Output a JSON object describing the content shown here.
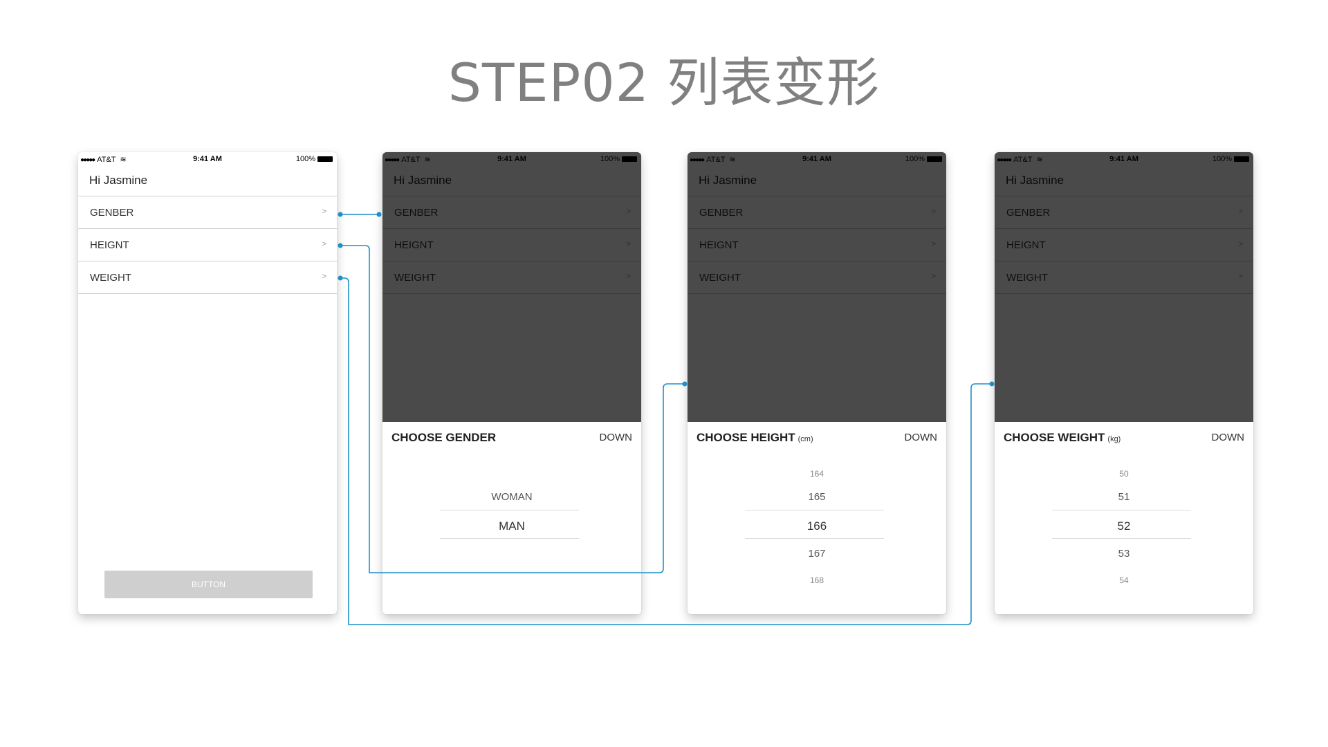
{
  "page_title": "STEP02 列表变形",
  "status_bar": {
    "carrier": "AT&T",
    "time": "9:41 AM",
    "battery": "100%"
  },
  "screen": {
    "greeting": "Hi Jasmine",
    "rows": [
      {
        "label": "GENBER",
        "arrow": ">"
      },
      {
        "label": "HEIGNT",
        "arrow": ">"
      },
      {
        "label": "WEIGHT",
        "arrow": ">"
      }
    ],
    "button_label": "BUTTON"
  },
  "sheets": {
    "gender": {
      "title": "CHOOSE GENDER",
      "unit": "",
      "done": "DOWN",
      "options": [
        "WOMAN",
        "MAN"
      ]
    },
    "height": {
      "title": "CHOOSE HEIGHT",
      "unit": "(cm)",
      "done": "DOWN",
      "options": [
        "164",
        "165",
        "166",
        "167",
        "168"
      ]
    },
    "weight": {
      "title": "CHOOSE WEIGHT",
      "unit": "(kg)",
      "done": "DOWN",
      "options": [
        "50",
        "51",
        "52",
        "53",
        "54"
      ]
    }
  },
  "colors": {
    "connector": "#1f8fc8",
    "overlay": "#4a4a4a",
    "button": "#cfcfcf"
  }
}
